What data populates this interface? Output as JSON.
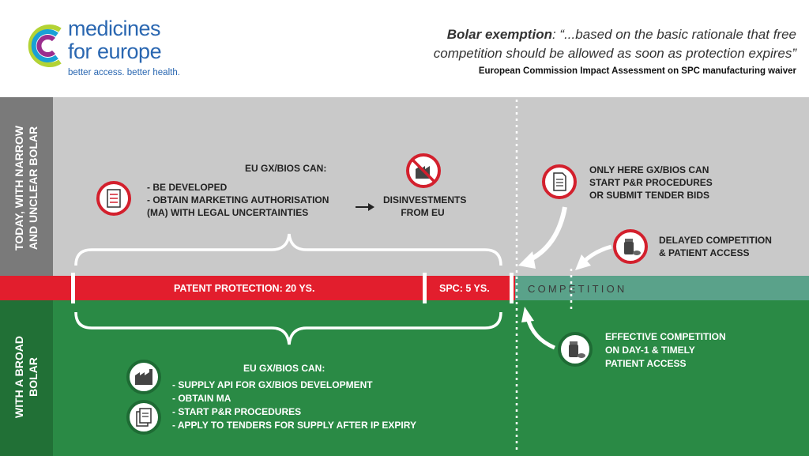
{
  "header": {
    "brand_line1": "medicines",
    "brand_line2": "for europe",
    "tagline": "better access. better health.",
    "quote_term": "Bolar exemption",
    "quote_line1": ": “...based on the basic rationale that free",
    "quote_line2": "competition should be allowed as soon as protection expires”",
    "quote_source": "European Commission Impact Assessment on SPC manufacturing waiver"
  },
  "side_labels": {
    "top_line1": "TODAY, WITH NARROW",
    "top_line2": "AND UNCLEAR BOLAR",
    "bottom_line1": "WITH A BROAD",
    "bottom_line2": "BOLAR"
  },
  "timeline": {
    "patent": "PATENT PROTECTION: 20 YS.",
    "spc": "SPC: 5 YS.",
    "competition": "COMPETITION"
  },
  "top_section": {
    "title": "EU GX/BIOS CAN:",
    "items": [
      "- BE DEVELOPED",
      "- OBTAIN MARKETING AUTHORISATION",
      "(MA) WITH LEGAL UNCERTAINTIES"
    ],
    "result_line1": "DISINVESTMENTS",
    "result_line2": "FROM EU",
    "only_here": [
      "ONLY HERE GX/BIOS CAN",
      "START P&R PROCEDURES",
      "OR SUBMIT TENDER BIDS"
    ],
    "delayed": [
      "DELAYED COMPETITION",
      "& PATIENT ACCESS"
    ]
  },
  "bottom_section": {
    "title": "EU GX/BIOS CAN:",
    "items": [
      "- SUPPLY API FOR GX/BIOS DEVELOPMENT",
      "- OBTAIN MA",
      "- START P&R PROCEDURES",
      "- APPLY TO TENDERS FOR SUPPLY AFTER IP EXPIRY"
    ],
    "effective": [
      "EFFECTIVE COMPETITION",
      "ON DAY-1 & TIMELY",
      "PATIENT ACCESS"
    ]
  },
  "colors": {
    "brand_blue": "#2a67b1",
    "red": "#e21e2d",
    "gray_band": "#c9c9c9",
    "green_band": "#2a8a45",
    "teal": "#5aa28a"
  },
  "icons": {
    "logo": "medicines-for-europe-logo",
    "checklist": "checklist-icon",
    "no_factory": "no-factory-icon",
    "document": "document-icon",
    "pills": "pills-icon",
    "factory": "factory-icon",
    "papers": "papers-icon"
  }
}
